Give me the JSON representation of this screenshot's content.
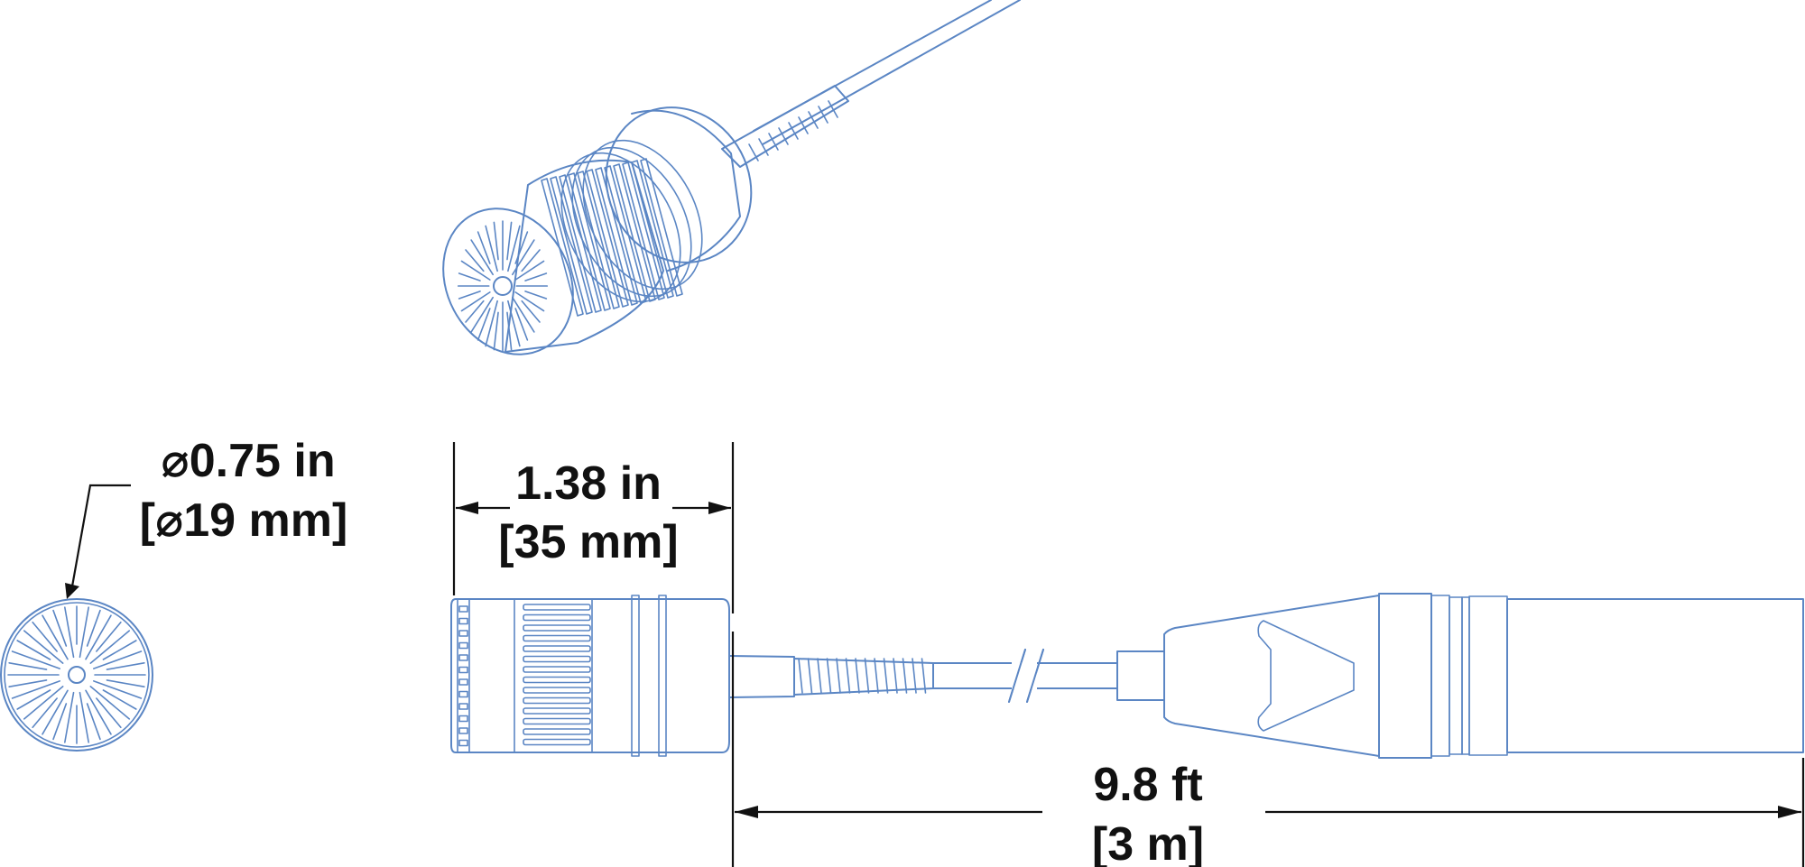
{
  "colors": {
    "line": "#5b86c4",
    "dimension": "#111111"
  },
  "dimensions": {
    "diameter": {
      "line1": "⌀0.75 in",
      "line2": "[⌀19 mm]"
    },
    "length": {
      "line1": "1.38 in",
      "line2": "[35 mm]"
    },
    "cable": {
      "line1": "9.8 ft",
      "line2": "[3 m]"
    }
  }
}
